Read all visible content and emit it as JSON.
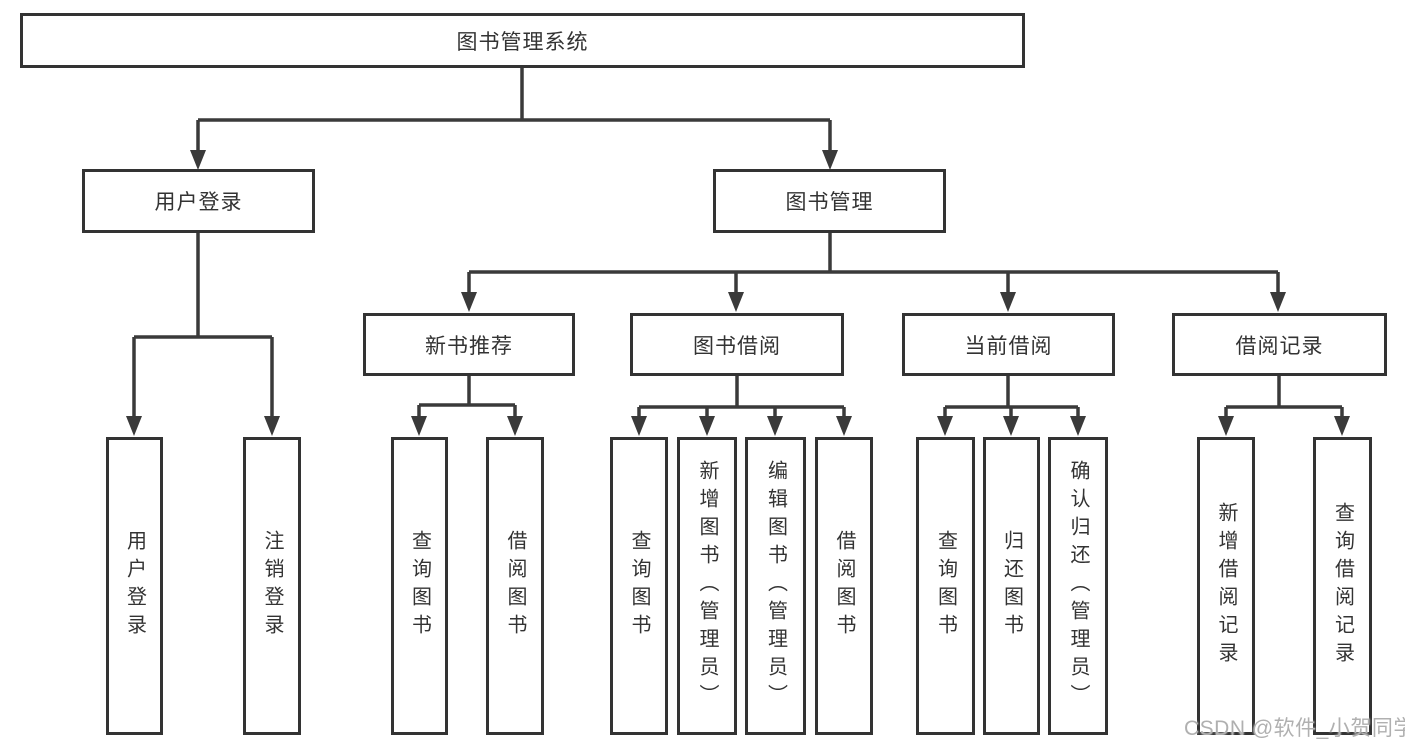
{
  "diagram": {
    "title": "图书管理系统",
    "branches": [
      {
        "label": "用户登录",
        "children": [
          "用户登录",
          "注销登录"
        ]
      },
      {
        "label": "图书管理",
        "modules": [
          {
            "label": "新书推荐",
            "children": [
              "查询图书",
              "借阅图书"
            ]
          },
          {
            "label": "图书借阅",
            "children": [
              "查询图书",
              "新增图书（管理员）",
              "编辑图书（管理员）",
              "借阅图书"
            ]
          },
          {
            "label": "当前借阅",
            "children": [
              "查询图书",
              "归还图书",
              "确认归还（管理员）"
            ]
          },
          {
            "label": "借阅记录",
            "children": [
              "新增借阅记录",
              "查询借阅记录"
            ]
          }
        ]
      }
    ]
  },
  "colors": {
    "line": "#3a3a3a",
    "border": "#333333",
    "text": "#333333",
    "background": "#ffffff",
    "watermark": "#b0b0b0"
  },
  "watermark": {
    "text": "CSDN @软件_小贺同学"
  }
}
